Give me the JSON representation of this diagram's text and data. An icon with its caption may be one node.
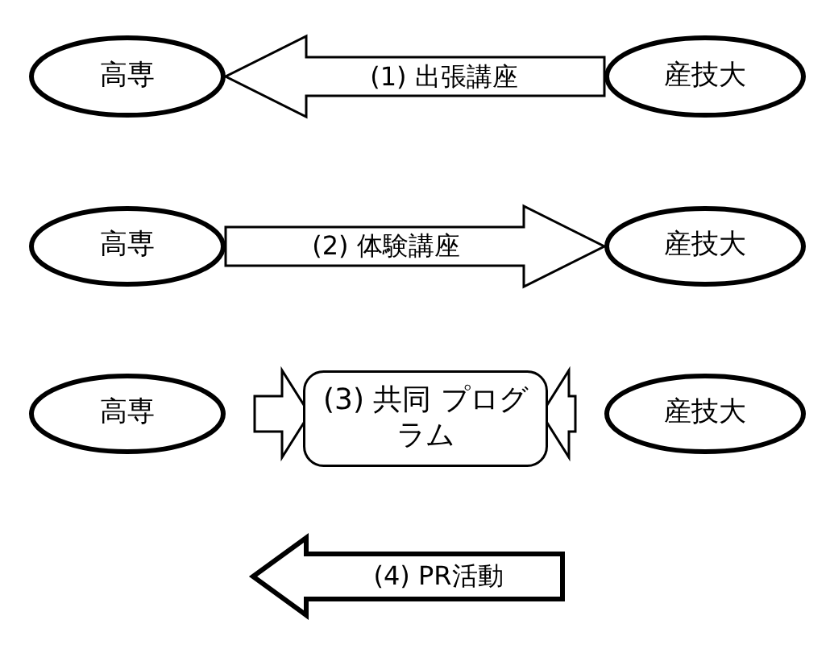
{
  "diagram": {
    "nodes": [
      {
        "text": [
          "高専"
        ]
      },
      {
        "text": [
          "産技大"
        ]
      },
      {
        "text": [
          "高専"
        ]
      },
      {
        "text": [
          "産技大"
        ]
      },
      {
        "text": [
          "高専"
        ]
      },
      {
        "text": [
          "(3) 共同 プログラム"
        ]
      },
      {
        "text": [
          "産技大"
        ]
      },
      {
        "text": [
          "(4) PR活動"
        ]
      }
    ],
    "edges": [
      {
        "from": 1,
        "to": 0,
        "label": "(1) 出張講座",
        "arrow": "to"
      },
      {
        "from": 2,
        "to": 3,
        "label": "(2) 体験講座",
        "arrow": "to"
      },
      {
        "from": 4,
        "to": 5,
        "arrow": "to"
      },
      {
        "from": 6,
        "to": 5,
        "arrow": "to"
      }
    ]
  }
}
